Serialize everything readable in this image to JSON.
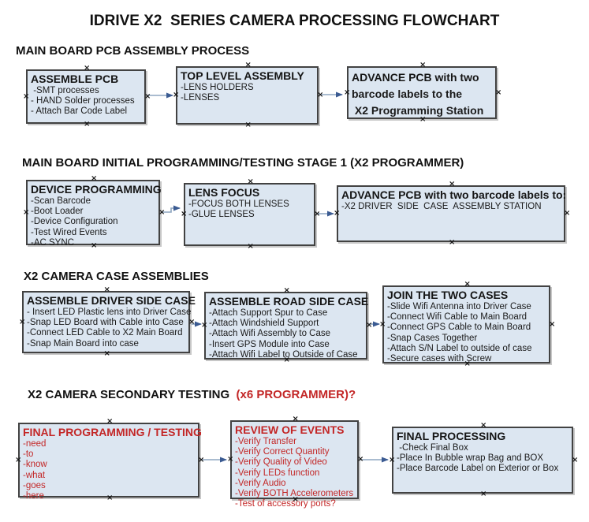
{
  "title": "IDRIVE X2  SERIES CAMERA PROCESSING FLOWCHART",
  "colors": {
    "box_fill": "#dce6f1",
    "box_border": "#424242",
    "arrow_line": "#8ea6c0",
    "arrow_head": "#3b5b92",
    "red_text": "#c32727",
    "black_text": "#111111"
  },
  "sections": [
    {
      "header": "MAIN BOARD PCB ASSEMBLY PROCESS",
      "boxes": [
        {
          "title": "ASSEMBLE PCB",
          "items": [
            " -SMT processes",
            "- HAND Solder processes",
            "- Attach Bar Code Label"
          ]
        },
        {
          "title": "TOP LEVEL ASSEMBLY",
          "items": [
            "-LENS HOLDERS",
            "-LENSES"
          ]
        },
        {
          "title": "ADVANCE PCB with two",
          "items": [
            "barcode labels to the",
            " X2 Programming Station"
          ]
        }
      ]
    },
    {
      "header": "MAIN BOARD INITIAL PROGRAMMING/TESTING STAGE 1 (X2 PROGRAMMER)",
      "boxes": [
        {
          "title": "DEVICE PROGRAMMING",
          "items": [
            "-Scan Barcode",
            "-Boot Loader",
            "-Device Configuration",
            "-Test Wired Events",
            "-AC SYNC"
          ]
        },
        {
          "title": "LENS FOCUS",
          "items": [
            "-FOCUS BOTH LENSES",
            "-GLUE LENSES"
          ]
        },
        {
          "title": "ADVANCE PCB with two barcode labels to:",
          "items": [
            "-X2 DRIVER  SIDE  CASE  ASSEMBLY STATION"
          ]
        }
      ]
    },
    {
      "header": "X2 CAMERA CASE ASSEMBLIES",
      "boxes": [
        {
          "title": "ASSEMBLE DRIVER SIDE CASE",
          "items": [
            "- Insert LED Plastic lens into Driver Case",
            "-Snap LED Board with Cable into Case",
            "-Connect LED Cable to X2 Main Board",
            "-Snap Main Board into case"
          ]
        },
        {
          "title": "ASSEMBLE ROAD SIDE CASE",
          "items": [
            "-Attach Support Spur to Case",
            "-Attach Windshield Support",
            "-Attach Wifi Assembly to Case",
            "-Insert GPS Module into Case",
            "-Attach Wifi Label to Outside of Case"
          ]
        },
        {
          "title": "JOIN THE TWO CASES",
          "items": [
            "-Slide Wifi Antenna into Driver Case",
            "-Connect Wifi Cable to Main Board",
            "-Connect GPS Cable to Main Board",
            "-Snap Cases Together",
            "-Attach S/N Label to outside of case",
            "-Secure cases with Screw"
          ]
        }
      ]
    },
    {
      "header_black": "X2 CAMERA SECONDARY TESTING  ",
      "header_red": "(x6 PROGRAMMER)?",
      "boxes": [
        {
          "title": "FINAL PROGRAMMING / TESTING",
          "items": [
            "-need",
            "-to",
            "-know",
            "-what",
            "-goes",
            "-here"
          ]
        },
        {
          "title": "REVIEW OF EVENTS",
          "items": [
            "-Verify Transfer",
            "-Verify Correct Quantity",
            "-Verify Quality of Video",
            "-Verify LEDs function",
            "-Verify Audio",
            "-Verify BOTH Accelerometers",
            "-Test of accessory ports?"
          ]
        },
        {
          "title": "FINAL PROCESSING",
          "items": [
            " -Check Final Box",
            "-Place In Bubble wrap Bag and BOX",
            "-Place Barcode Label on Exterior or Box"
          ]
        }
      ]
    }
  ]
}
